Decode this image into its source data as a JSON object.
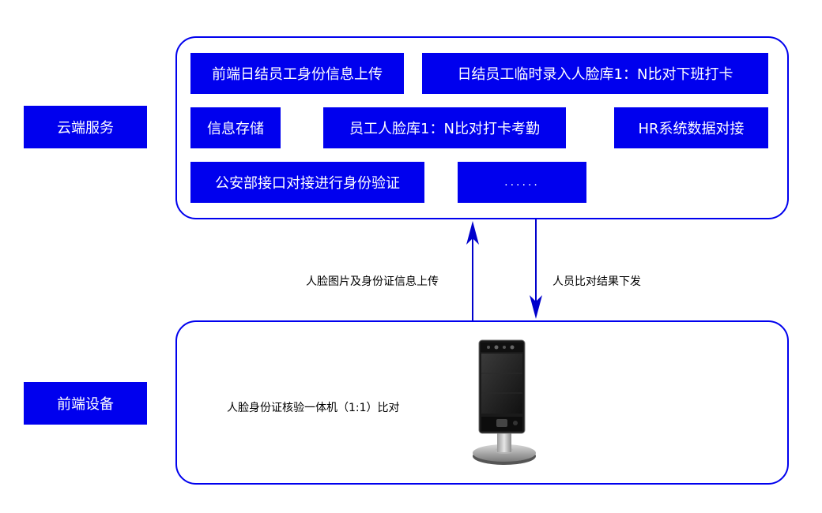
{
  "layers": {
    "cloud": {
      "label": "云端服务"
    },
    "device": {
      "label": "前端设备"
    }
  },
  "cloud_panel": {
    "boxes": [
      "前端日结员工身份信息上传",
      "日结员工临时录入人脸库1：N比对下班打卡",
      "信息存储",
      "员工人脸库1：N比对打卡考勤",
      "HR系统数据对接",
      "公安部接口对接进行身份验证",
      "......"
    ]
  },
  "arrows": {
    "upload_label": "人脸图片及身份证信息上传",
    "download_label": "人员比对结果下发"
  },
  "device_panel": {
    "device_label": "人脸身份证核验一体机（1:1）比对",
    "device_image": "face-recognition-terminal"
  },
  "colors": {
    "box": "#0000ee",
    "border": "#0000ee",
    "arrow": "#0000cc"
  }
}
